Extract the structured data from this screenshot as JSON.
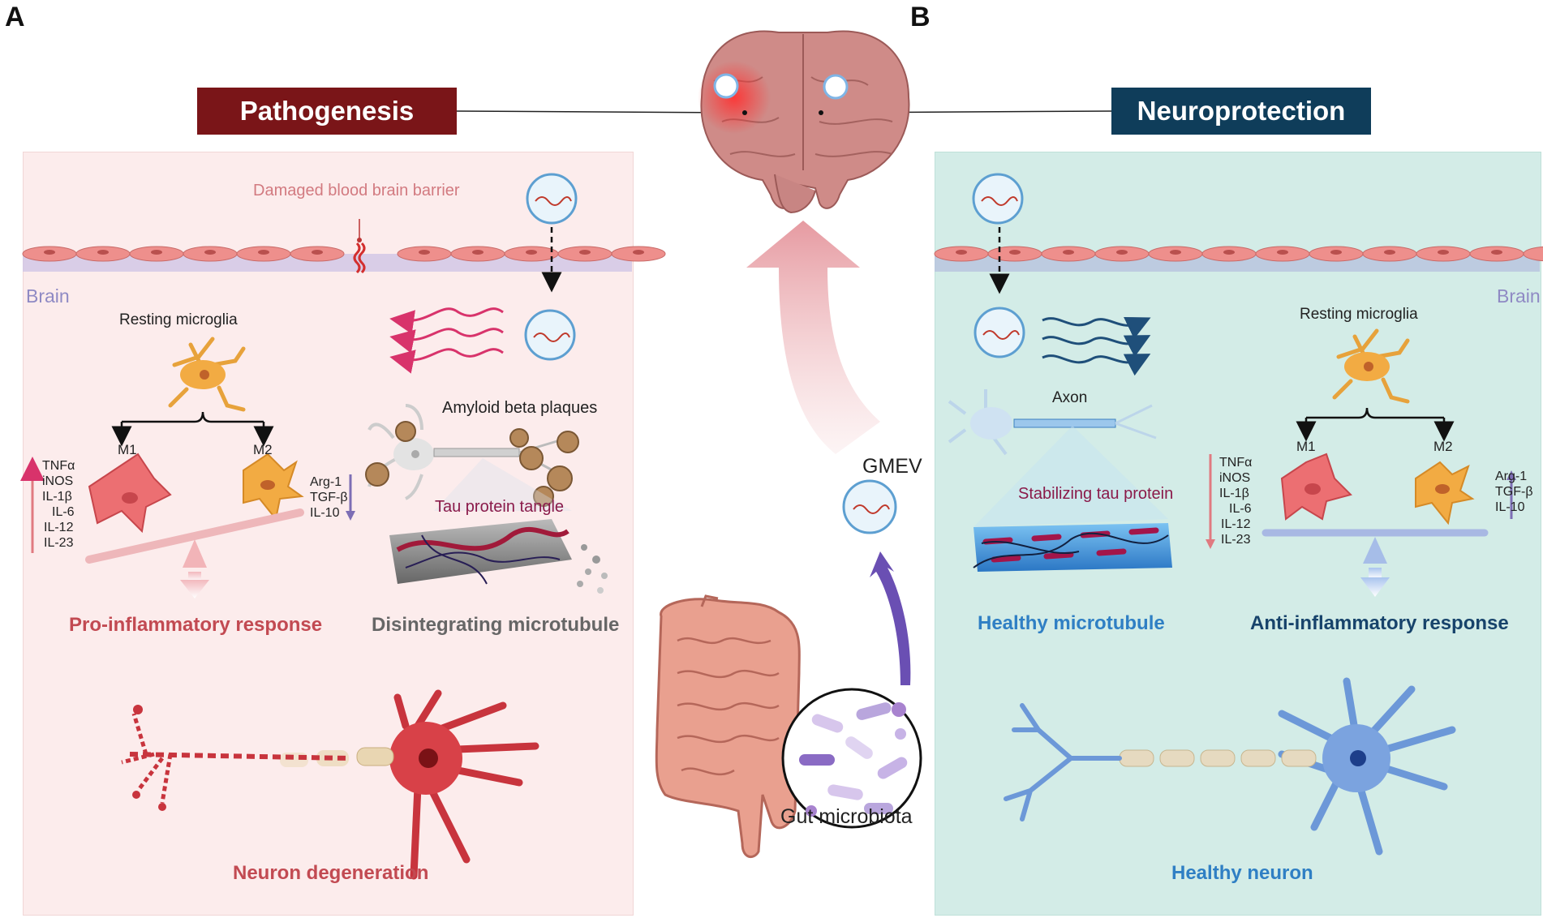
{
  "panels": {
    "a": {
      "letter": "A",
      "header": "Pathogenesis",
      "bbb_label": "Damaged blood brain barrier",
      "brain_label": "Brain",
      "resting_microglia": "Resting microglia",
      "m1": "M1",
      "m2": "M2",
      "pro_cytokines": [
        "TNFα",
        "iNOS",
        "IL-1β",
        "IL-6",
        "IL-12",
        "IL-23"
      ],
      "anti_cytokines": [
        "Arg-1",
        "TGF-β",
        "IL-10"
      ],
      "amyloid": "Amyloid beta plaques",
      "tau": "Tau protein tangle",
      "response": "Pro-inflammatory response",
      "microtubule": "Disintegrating microtubule",
      "neuron": "Neuron degeneration"
    },
    "b": {
      "letter": "B",
      "header": "Neuroprotection",
      "brain_label": "Brain",
      "resting_microglia": "Resting microglia",
      "axon": "Axon",
      "tau": "Stabilizing tau protein",
      "m1": "M1",
      "m2": "M2",
      "pro_cytokines": [
        "TNFα",
        "iNOS",
        "IL-1β",
        "IL-6",
        "IL-12",
        "IL-23"
      ],
      "anti_cytokines": [
        "Arg-1",
        "TGF-β",
        "IL-10"
      ],
      "microtubule": "Healthy microtubule",
      "response": "Anti-inflammatory response",
      "neuron": "Healthy neuron"
    }
  },
  "center": {
    "gmev": "GMEV",
    "gut": "Gut microbiota"
  },
  "colors": {
    "pathogenesis_header": "#7a1518",
    "neuroprotection_header": "#0f3d5a",
    "panel_a_bg": "#fcecec",
    "panel_b_bg": "#d3ece7",
    "pro_red": "#c24a52",
    "blue": "#2f7fc4"
  }
}
